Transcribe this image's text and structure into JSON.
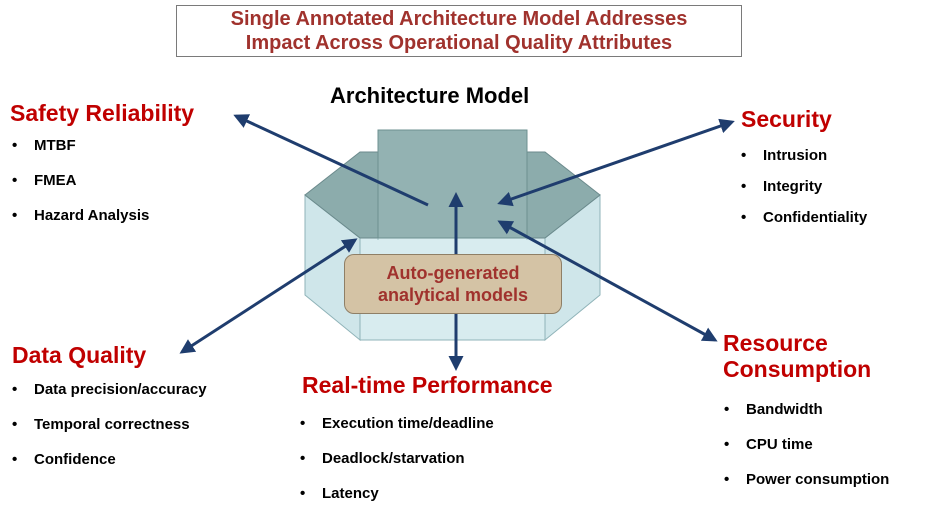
{
  "title": {
    "line1": "Single Annotated Architecture Model Addresses",
    "line2": "Impact Across Operational Quality Attributes"
  },
  "architecture_model": "Architecture Model",
  "center_box": {
    "line1": "Auto-generated",
    "line2": "analytical models"
  },
  "sections": {
    "safety": {
      "heading": "Safety Reliability",
      "items": [
        "MTBF",
        "FMEA",
        "Hazard Analysis"
      ]
    },
    "security": {
      "heading": "Security",
      "items": [
        "Intrusion",
        "Integrity",
        "Confidentiality"
      ]
    },
    "data_quality": {
      "heading": "Data Quality",
      "items": [
        "Data precision/accuracy",
        "Temporal correctness",
        "Confidence"
      ]
    },
    "realtime": {
      "heading": "Real-time Performance",
      "items": [
        "Execution time/deadline",
        "Deadlock/starvation",
        "Latency"
      ]
    },
    "resource": {
      "heading_line1": "Resource",
      "heading_line2": "Consumption",
      "items": [
        "Bandwidth",
        "CPU time",
        "Power consumption"
      ]
    }
  },
  "colors": {
    "heading_red": "#c00000",
    "title_red": "#a0322d",
    "arrow_blue": "#1f3d6e",
    "prism_top": "#86a8a8",
    "prism_side": "#cfe6ea",
    "center_box_fill": "#d4c3a5"
  }
}
